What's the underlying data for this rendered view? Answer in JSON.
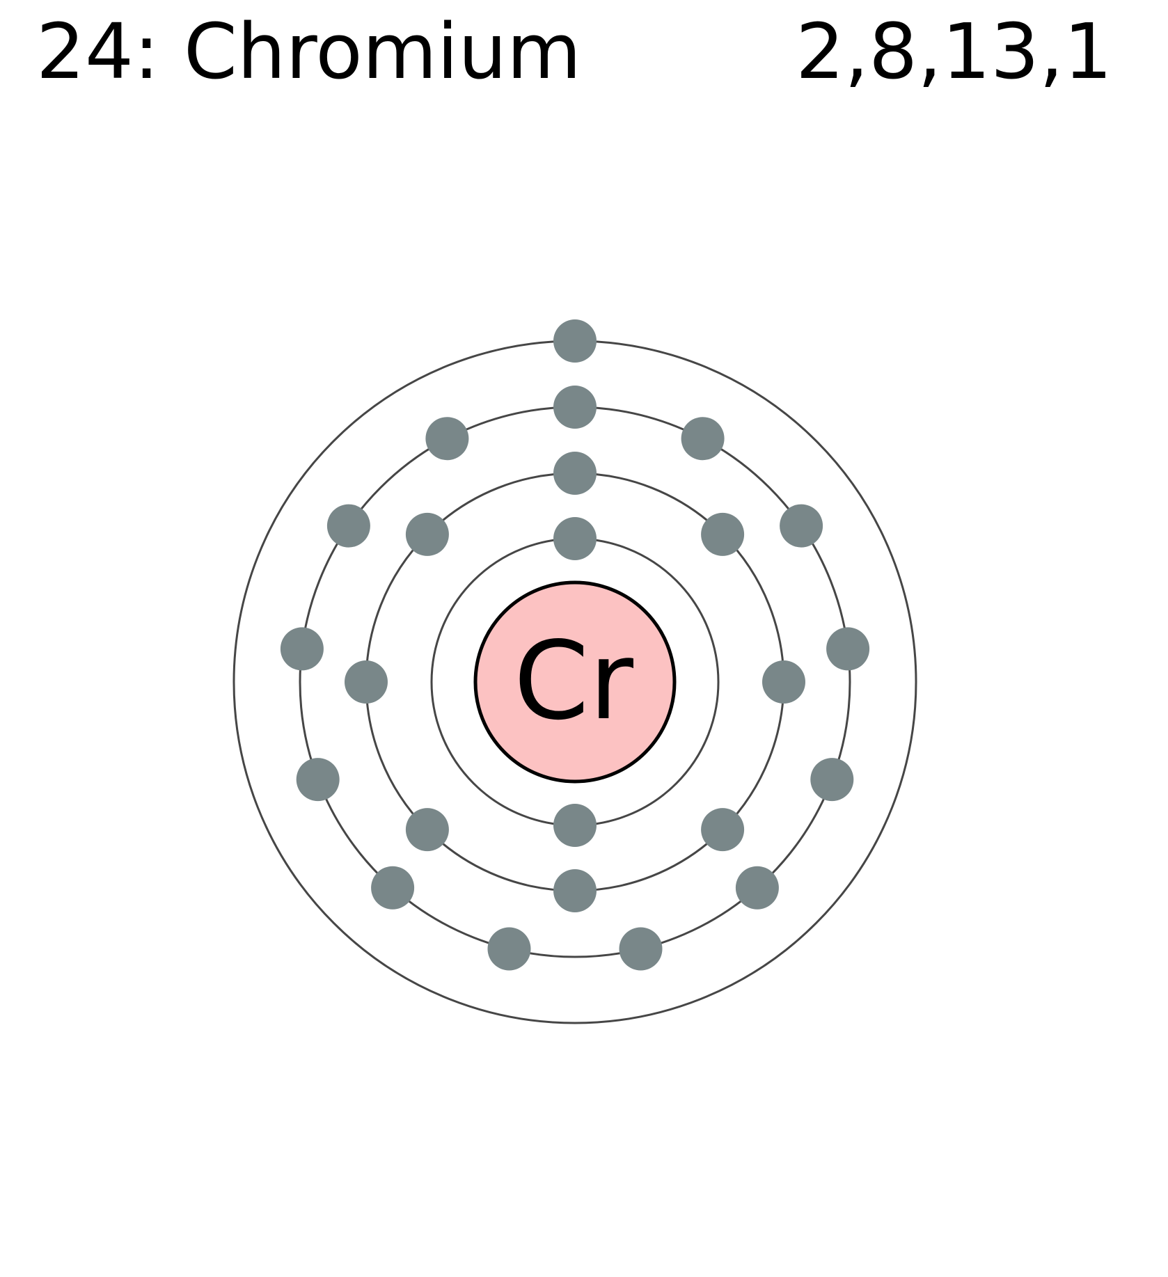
{
  "header": {
    "element_title": "24: Chromium",
    "configuration": "2,8,13,1"
  },
  "nucleus": {
    "symbol": "Cr",
    "fill": "#fcc2c2"
  },
  "colors": {
    "shell_stroke": "#464646",
    "electron": "#798789"
  },
  "shells": [
    {
      "name": "shell-1",
      "electrons": 2
    },
    {
      "name": "shell-2",
      "electrons": 8
    },
    {
      "name": "shell-3",
      "electrons": 13
    },
    {
      "name": "shell-4",
      "electrons": 1
    }
  ]
}
